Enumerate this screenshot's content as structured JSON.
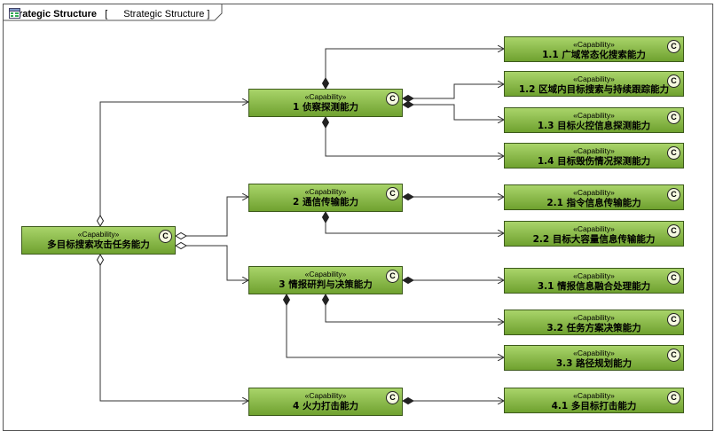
{
  "diagram": {
    "title_kind": "Strategic Structure",
    "title_name": "Strategic Structure",
    "stereotype": "«Capability»",
    "class_icon": "C",
    "nodes": {
      "root": "多目标搜索攻击任务能力",
      "n1": "1 侦察探测能力",
      "n2": "2 通信传输能力",
      "n3": "3 情报研判与决策能力",
      "n4": "4 火力打击能力",
      "n11": "1.1 广域常态化搜索能力",
      "n12": "1.2 区域内目标搜索与持续跟踪能力",
      "n13": "1.3 目标火控信息探测能力",
      "n14": "1.4 目标毁伤情况探测能力",
      "n21": "2.1 指令信息传输能力",
      "n22": "2.2 目标大容量信息传输能力",
      "n31": "3.1 情报信息融合处理能力",
      "n32": "3.2 任务方案决策能力",
      "n33": "3.3 路径规划能力",
      "n41": "4.1 多目标打击能力"
    }
  }
}
